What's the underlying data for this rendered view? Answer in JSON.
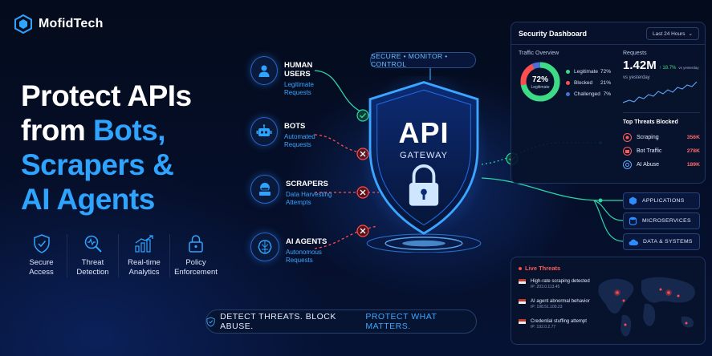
{
  "brand": {
    "name": "MofidTech"
  },
  "headline": {
    "line1": "Protect APIs",
    "line2a": "from ",
    "line2b": "Bots,",
    "line3": "Scrapers &",
    "line4": "AI Agents"
  },
  "features": [
    {
      "label": "Secure Access",
      "icon": "shield-check-icon"
    },
    {
      "label": "Threat Detection",
      "icon": "magnifier-pulse-icon"
    },
    {
      "label": "Real-time Analytics",
      "icon": "bar-chart-icon"
    },
    {
      "label": "Policy Enforcement",
      "icon": "lock-icon"
    }
  ],
  "sources": [
    {
      "title": "HUMAN USERS",
      "sub": "Legitimate Requests",
      "icon": "user-icon",
      "status": "allowed"
    },
    {
      "title": "BOTS",
      "sub": "Automated Requests",
      "icon": "robot-icon",
      "status": "blocked"
    },
    {
      "title": "SCRAPERS",
      "sub": "Data Harvesting Attempts",
      "icon": "hacker-icon",
      "status": "blocked"
    },
    {
      "title": "AI AGENTS",
      "sub": "Autonomous Requests",
      "icon": "brain-chip-icon",
      "status": "blocked"
    }
  ],
  "pill": {
    "text": "SECURE • MONITOR • CONTROL"
  },
  "gateway": {
    "title": "API",
    "subtitle": "GATEWAY"
  },
  "banner": {
    "part1": "DETECT THREATS. BLOCK ABUSE.",
    "part2": "PROTECT WHAT MATTERS."
  },
  "dashboard": {
    "title": "Security Dashboard",
    "range": "Last 24 Hours",
    "traffic": {
      "title": "Traffic Overview",
      "center_value": "72%",
      "center_label": "Legitimate",
      "legend": [
        {
          "label": "Legitimate",
          "value": "72%",
          "color": "#3ddc84"
        },
        {
          "label": "Blocked",
          "value": "21%",
          "color": "#ff4d4d"
        },
        {
          "label": "Challenged",
          "value": "7%",
          "color": "#4a6fd8"
        }
      ]
    },
    "requests": {
      "title": "Requests",
      "value": "1.42M",
      "delta": "↑ 18.7%",
      "vs": "vs yesterday",
      "vs2": "vs yesterday"
    },
    "threats": {
      "title": "Top Threats Blocked",
      "items": [
        {
          "label": "Scraping",
          "value": "356K"
        },
        {
          "label": "Bot Traffic",
          "value": "278K"
        },
        {
          "label": "AI Abuse",
          "value": "189K"
        }
      ]
    }
  },
  "destinations": [
    {
      "label": "APPLICATIONS",
      "icon": "cube-icon"
    },
    {
      "label": "MICROSERVICES",
      "icon": "database-icon"
    },
    {
      "label": "DATA & SYSTEMS",
      "icon": "cloud-icon"
    }
  ],
  "live_threats": {
    "title": "Live Threats",
    "items": [
      {
        "title": "High-rate scraping detected",
        "ip": "IP: 203.0.113.45"
      },
      {
        "title": "AI agent abnormal behavior",
        "ip": "IP: 198.51.100.23"
      },
      {
        "title": "Credential stuffing attempt",
        "ip": "IP: 192.0.2.77"
      }
    ]
  },
  "colors": {
    "accent": "#2fa4ff",
    "allow": "#3ddc84",
    "block": "#ff4d4d",
    "bg": "#040b1c"
  }
}
